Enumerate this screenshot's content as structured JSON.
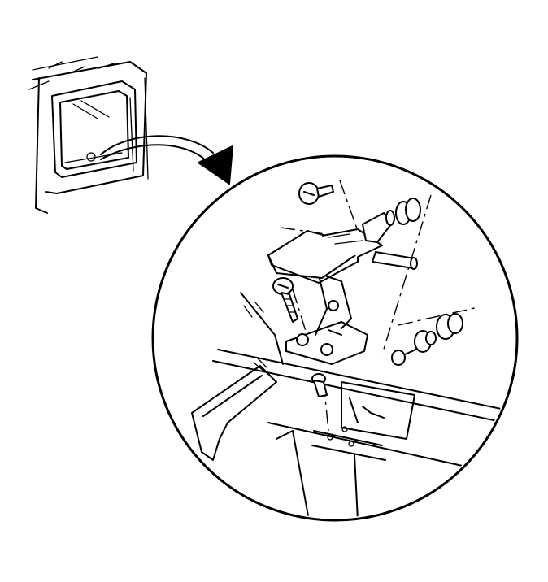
{
  "diagram": {
    "ink_color": "#000000",
    "background_color": "#ffffff",
    "components": [
      "window-inset-view",
      "callout-arrow",
      "detail-circle",
      "latch-handle",
      "latch-base-bracket",
      "mounting-screw",
      "retaining-screw",
      "stud-with-grommets",
      "grommet-stack",
      "window-frame-molding",
      "body-panel-receptacle"
    ]
  }
}
